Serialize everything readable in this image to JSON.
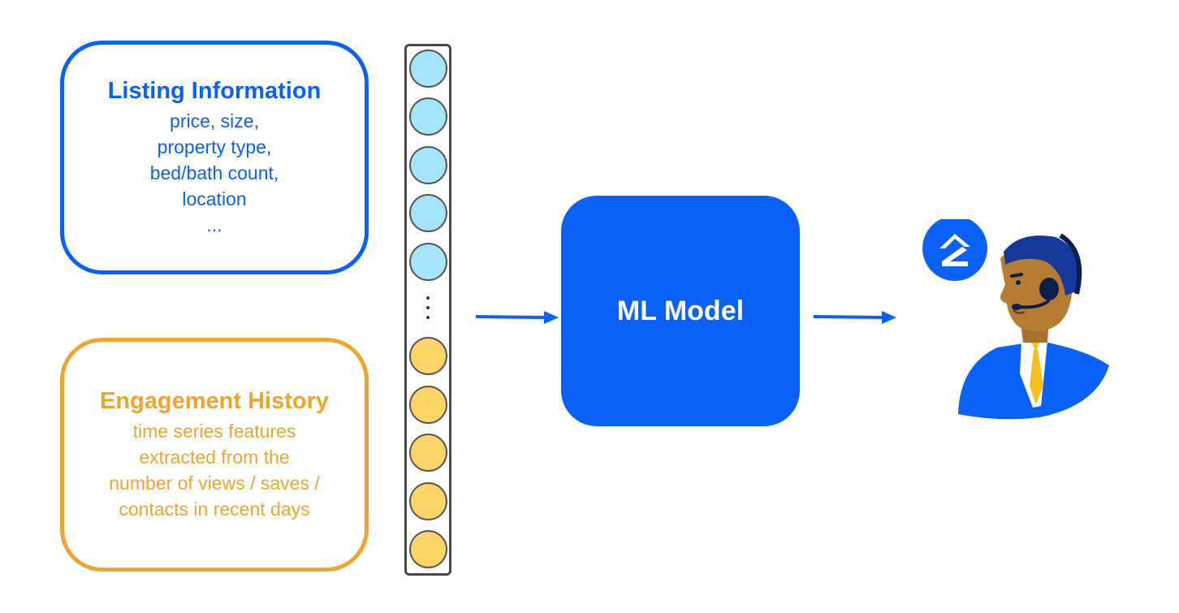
{
  "listing": {
    "title": "Listing Information",
    "lines": [
      "price, size,",
      "property type,",
      "bed/bath count,",
      "location",
      "..."
    ],
    "color": "#0a61f7"
  },
  "engagement": {
    "title": "Engagement History",
    "lines": [
      "time series features",
      "extracted from the",
      "number of views / saves /",
      "contacts in recent days"
    ],
    "color": "#eea52d"
  },
  "feature_vector": {
    "blue_nodes": 5,
    "yellow_nodes": 5,
    "blue_color": "#a6e4fb",
    "yellow_color": "#fdd468"
  },
  "model": {
    "label": "ML Model",
    "color": "#0a61f7"
  },
  "output": {
    "icon": "customer-support-agent-icon",
    "badge_icon": "zillow-logo-icon"
  }
}
